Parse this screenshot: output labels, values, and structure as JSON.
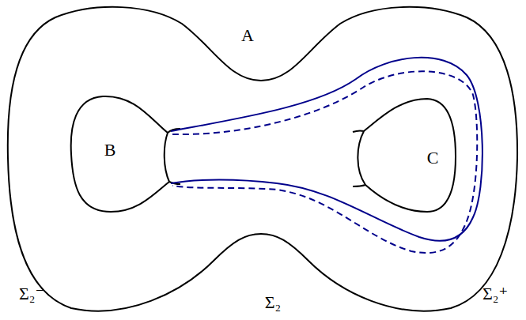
{
  "diagram": {
    "labels": [
      "A",
      "B",
      "C",
      "Σ₂⁻",
      "Σ₂",
      "Σ₂⁺"
    ]
  }
}
